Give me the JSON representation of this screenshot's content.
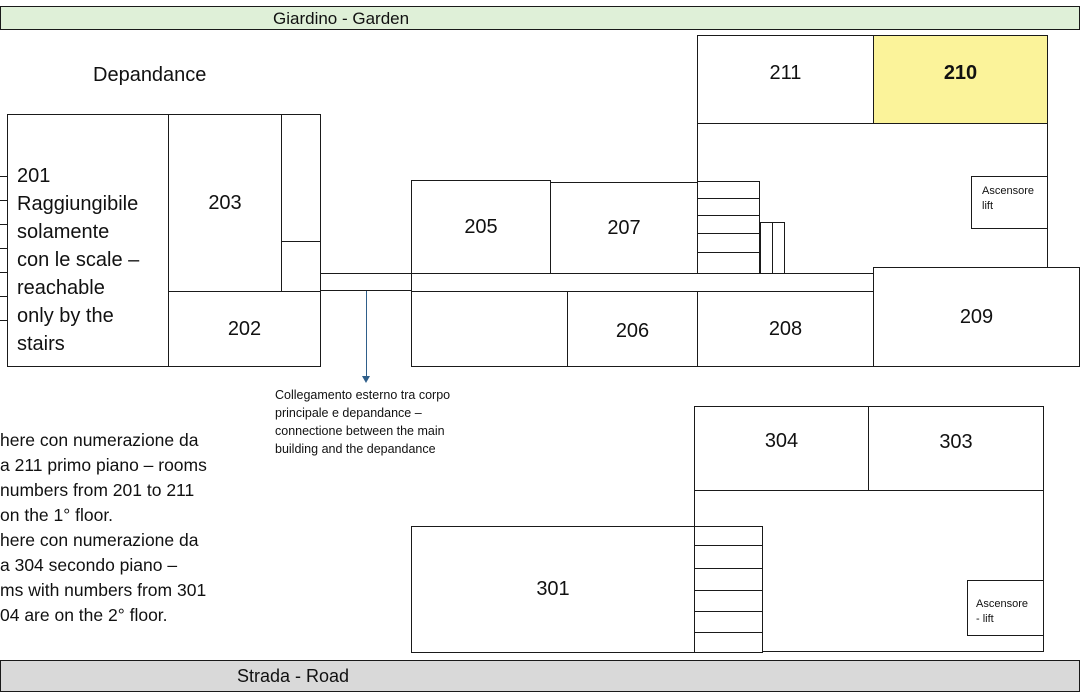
{
  "colors": {
    "garden": "#dff0d8",
    "road": "#d9d9d9",
    "highlight": "#fbf39a"
  },
  "bands": {
    "garden": "Giardino - Garden",
    "road": "Strada - Road"
  },
  "depandance_title": "Depandance",
  "rooms": {
    "r201": [
      "201",
      "Raggiungibile",
      "solamente",
      "con le scale –",
      "reachable",
      "only by the",
      "stairs"
    ],
    "r202": "202",
    "r203": "203",
    "r205": "205",
    "r206": "206",
    "r207": "207",
    "r208": "208",
    "r209": "209",
    "r210": "210",
    "r211": "211",
    "r301": "301",
    "r303": "303",
    "r304": "304"
  },
  "lift_top": [
    "Ascensore",
    "lift"
  ],
  "lift_bottom": [
    "Ascensore",
    "- lift"
  ],
  "connection_note": [
    "Collegamento esterno tra corpo",
    "principale e depandance –",
    "connectione between the main",
    "building and the depandance"
  ],
  "legend": [
    "here con numerazione da",
    "a 211 primo piano – rooms",
    "numbers from 201 to 211",
    "on the 1° floor.",
    "here con numerazione da",
    "a 304 secondo piano –",
    "ms with numbers from 301",
    "04 are on the 2° floor."
  ]
}
